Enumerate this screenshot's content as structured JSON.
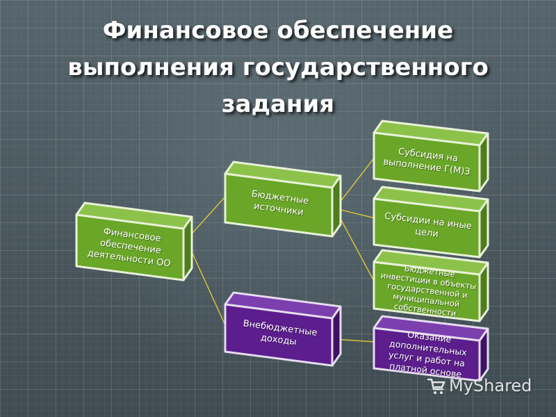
{
  "title": "Финансовое обеспечение выполнения государственного задания",
  "colors": {
    "green": "#6aa628",
    "green_border": "#e9f2d8",
    "purple": "#5b1e8c",
    "purple_border": "#e6dcef",
    "connector": "#d8c33a"
  },
  "boxes": {
    "root": "Финансовое обеспечение деятельности ОО",
    "budget": "Бюджетные источники",
    "extrabudget": "Внебюджетные доходы",
    "subsidy_task": "Субсидия на выполнение Г(М)З",
    "subsidy_other": "Субсидии на иные цели",
    "investments": "Бюджетные инвестиции в объекты государственной и муниципальной собственности",
    "paid_services": "Оказание дополнительных услуг и работ на платной основе"
  },
  "watermark": "MyShared",
  "watermark_icon": "myshared-logo-icon"
}
